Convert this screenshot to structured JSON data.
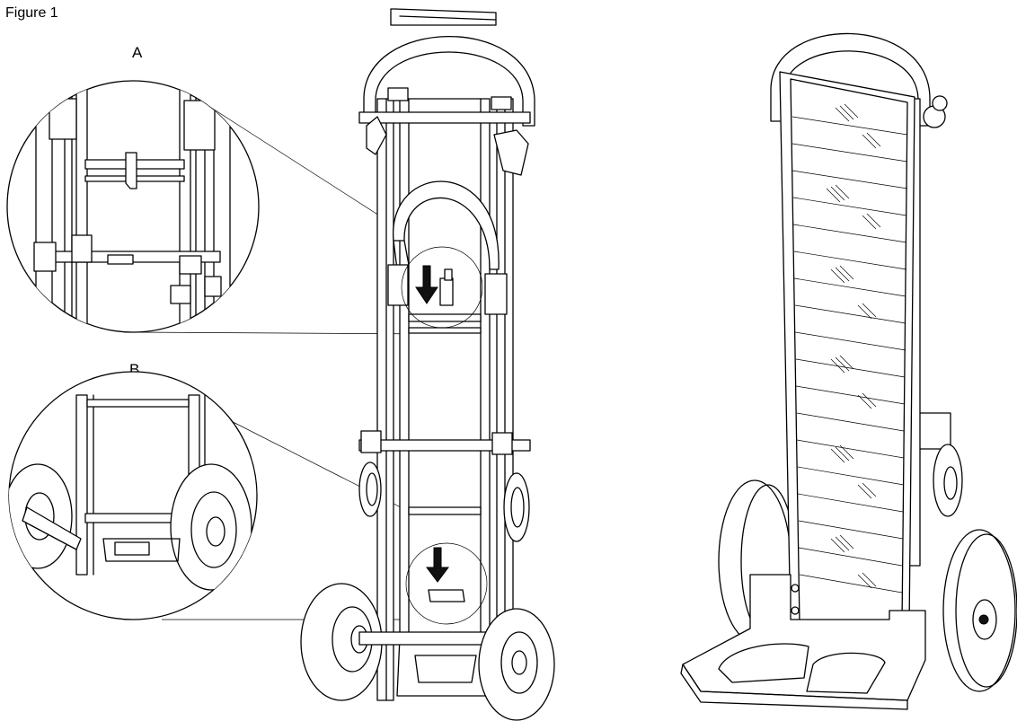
{
  "figure": {
    "title": "Figure 1"
  },
  "callouts": {
    "a_label": "A",
    "b_label": "B"
  },
  "colors": {
    "line": "#000000",
    "background": "#ffffff",
    "arrow": "#111111"
  },
  "icons": {
    "arrow_a": "down-arrow-icon",
    "arrow_b": "down-arrow-icon"
  }
}
